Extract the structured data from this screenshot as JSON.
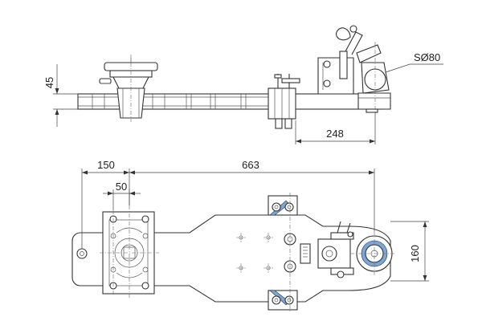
{
  "dimensions": {
    "height_label": "45",
    "ball_label": "SØ80",
    "offset_label": "248",
    "left_label": "150",
    "length_label": "663",
    "hole_spacing_label": "50",
    "width_label": "160"
  },
  "colors": {
    "line": "#333333",
    "accent_blue": "#7aa7d8"
  }
}
